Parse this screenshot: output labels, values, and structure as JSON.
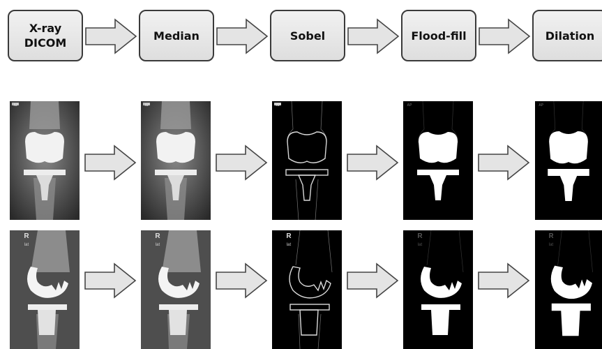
{
  "pipeline": {
    "steps": [
      {
        "label": "X-ray\nDICOM"
      },
      {
        "label": "Median"
      },
      {
        "label": "Sobel"
      },
      {
        "label": "Flood-fill"
      },
      {
        "label": "Dilation"
      }
    ]
  },
  "images": {
    "row1": [
      {
        "label": "AP",
        "stage": "xray",
        "view": "ap"
      },
      {
        "label": "AP",
        "stage": "median",
        "view": "ap"
      },
      {
        "label": "AP",
        "stage": "sobel",
        "view": "ap"
      },
      {
        "label": "AP",
        "stage": "floodfill",
        "view": "ap"
      },
      {
        "label": "AP",
        "stage": "dilation",
        "view": "ap"
      }
    ],
    "row2": [
      {
        "label": "R",
        "sublabel": "lat",
        "stage": "xray",
        "view": "lat"
      },
      {
        "label": "R",
        "sublabel": "lat",
        "stage": "median",
        "view": "lat"
      },
      {
        "label": "R",
        "sublabel": "lat",
        "stage": "sobel",
        "view": "lat"
      },
      {
        "label": "R",
        "sublabel": "lat",
        "stage": "floodfill",
        "view": "lat"
      },
      {
        "label": "R",
        "sublabel": "lat",
        "stage": "dilation",
        "view": "lat"
      }
    ]
  },
  "colors": {
    "box_border": "#3a3a3a",
    "box_fill_top": "#f1f1f1",
    "box_fill_bottom": "#dedede",
    "arrow_fill": "#e4e4e4",
    "arrow_stroke": "#444444"
  }
}
